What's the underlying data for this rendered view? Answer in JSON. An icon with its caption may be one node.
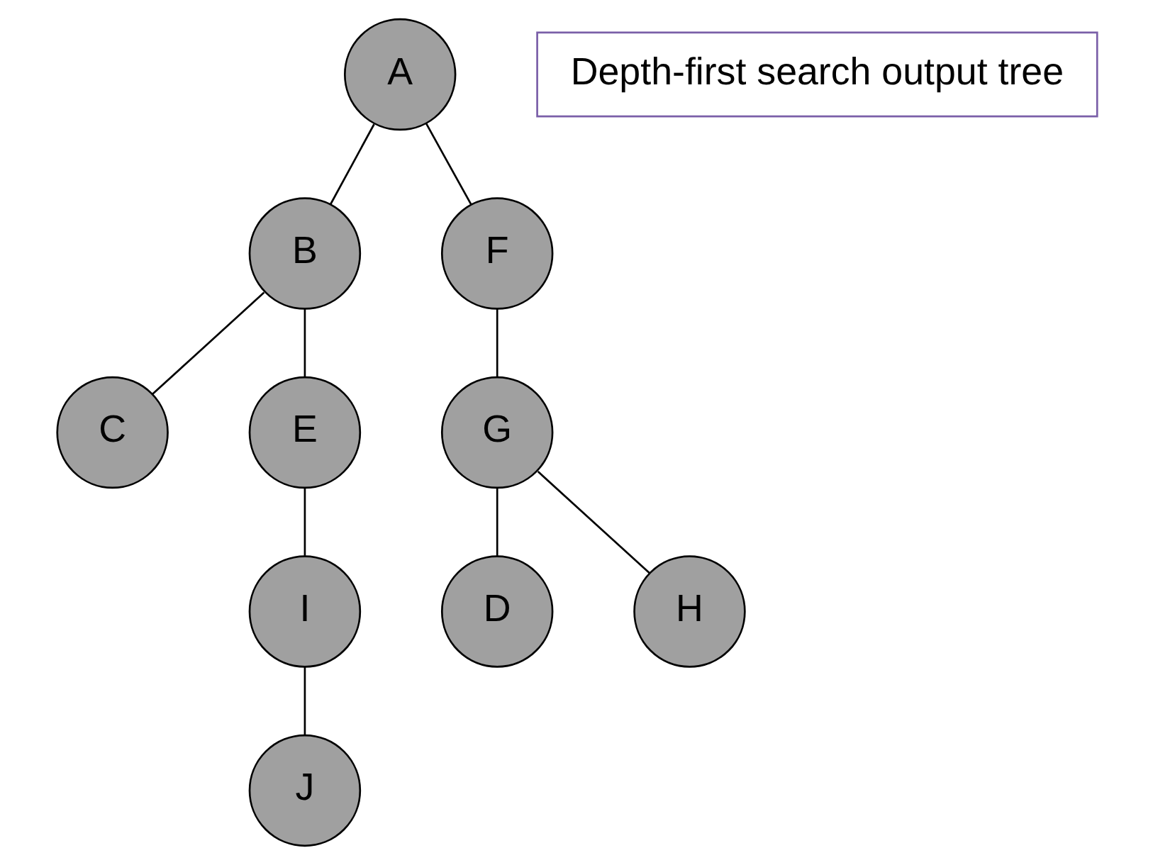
{
  "diagram": {
    "nodes": [
      {
        "text": [
          "A"
        ]
      },
      {
        "text": [
          "B"
        ]
      },
      {
        "text": [
          "F"
        ]
      },
      {
        "text": [
          "C"
        ]
      },
      {
        "text": [
          "E"
        ]
      },
      {
        "text": [
          "G"
        ]
      },
      {
        "text": [
          "I"
        ]
      },
      {
        "text": [
          "D"
        ]
      },
      {
        "text": [
          "H"
        ]
      },
      {
        "text": [
          "J"
        ]
      },
      {
        "text": [
          "Depth-first search output tree"
        ]
      }
    ],
    "edges": [
      {
        "from": 0,
        "to": 1,
        "arrow": "none"
      },
      {
        "from": 0,
        "to": 2,
        "arrow": "none"
      },
      {
        "from": 1,
        "to": 3,
        "arrow": "none"
      },
      {
        "from": 1,
        "to": 4,
        "arrow": "none"
      },
      {
        "from": 2,
        "to": 5,
        "arrow": "none"
      },
      {
        "from": 4,
        "to": 6,
        "arrow": "none"
      },
      {
        "from": 5,
        "to": 7,
        "arrow": "none"
      },
      {
        "from": 5,
        "to": 8,
        "arrow": "none"
      },
      {
        "from": 6,
        "to": 9,
        "arrow": "none"
      }
    ]
  }
}
